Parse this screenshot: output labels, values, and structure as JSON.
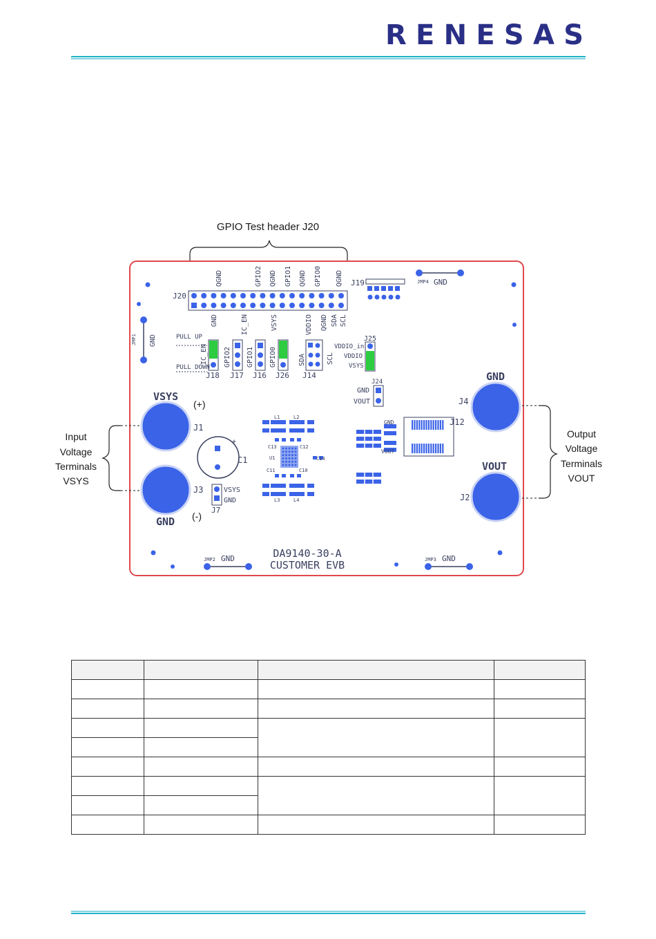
{
  "header": {
    "logo_text": "RENESAS",
    "rule_color": "#1fb3c8",
    "brand_color": "#2a2f86"
  },
  "figure": {
    "gpio_header_title": "GPIO Test header J20",
    "input_label": [
      "Input",
      "Voltage",
      "Terminals",
      "VSYS"
    ],
    "output_label": [
      "Output",
      "Voltage",
      "Terminals",
      "VOUT"
    ],
    "plus": "(+)",
    "minus": "(-)",
    "board_outline_color": "#e0474c",
    "pad_color": "#3b63e8",
    "board_text_color": "#3a4060",
    "terminals": {
      "vsys_label": "VSYS",
      "j1": "J1",
      "gnd_in_label": "GND",
      "j3": "J3",
      "gnd_out_label": "GND",
      "j4": "J4",
      "vout_label": "VOUT",
      "j2": "J2"
    },
    "j20": {
      "ref": "J20",
      "top_labels": [
        "QGND",
        "GPIO2",
        "QGND",
        "GPIO1",
        "QGND",
        "GPIO0",
        "QGND"
      ],
      "bottom_labels": [
        "GND",
        "IC_EN",
        "VSYS",
        "VDDIO",
        "QGND",
        "SDA",
        "SCL"
      ]
    },
    "jumper_labels": {
      "pull_up": "PULL UP",
      "pull_down": "PULL DOWN",
      "ic_en": "IC_EN",
      "gpio2": "GPIO2",
      "gpio1": "GPIO1",
      "gpio0": "GPIO0",
      "sda": "SDA",
      "scl": "SCL",
      "j18": "J18",
      "j17": "J17",
      "j16": "J16",
      "j26": "J26",
      "j14": "J14"
    },
    "j25": {
      "ref": "J25",
      "vddio_in": "VDDIO_in",
      "vddio": "VDDIO",
      "vsys": "VSYS"
    },
    "j24": {
      "ref": "J24",
      "gnd": "GND",
      "vout": "VOUT"
    },
    "j19": "J19",
    "j12": "J12",
    "jmp1": {
      "ref": "JMP1",
      "gnd": "GND"
    },
    "jmp2": {
      "ref": "JMP2",
      "gnd": "GND"
    },
    "jmp3": {
      "ref": "JMP3",
      "gnd": "GND"
    },
    "jmp4": {
      "ref": "JMP4",
      "gnd": "GND"
    },
    "c1": "C1",
    "j7": {
      "ref": "J7",
      "vsys": "VSYS",
      "gnd": "GND"
    },
    "center_parts": {
      "l1": "L1",
      "l2": "L2",
      "l3": "L3",
      "l4": "L4",
      "u1": "U1",
      "c13": "C13",
      "c12": "C12",
      "c11": "C11",
      "c10": "C10",
      "c14": "C14"
    },
    "tp_labels": {
      "gnd": "GND",
      "vout": "VOUT"
    },
    "board_name_1": "DA9140-30-A",
    "board_name_2": "CUSTOMER EVB"
  },
  "table": {
    "header": [
      "",
      "",
      "",
      ""
    ],
    "rows": [
      [
        "",
        "",
        "",
        ""
      ],
      [
        "",
        "",
        "",
        ""
      ],
      [
        "",
        "",
        "",
        ""
      ],
      [
        "",
        ""
      ],
      [
        "",
        "",
        "",
        ""
      ],
      [
        "",
        "",
        "",
        ""
      ],
      [
        "",
        ""
      ],
      [
        "",
        "",
        "",
        ""
      ]
    ]
  }
}
